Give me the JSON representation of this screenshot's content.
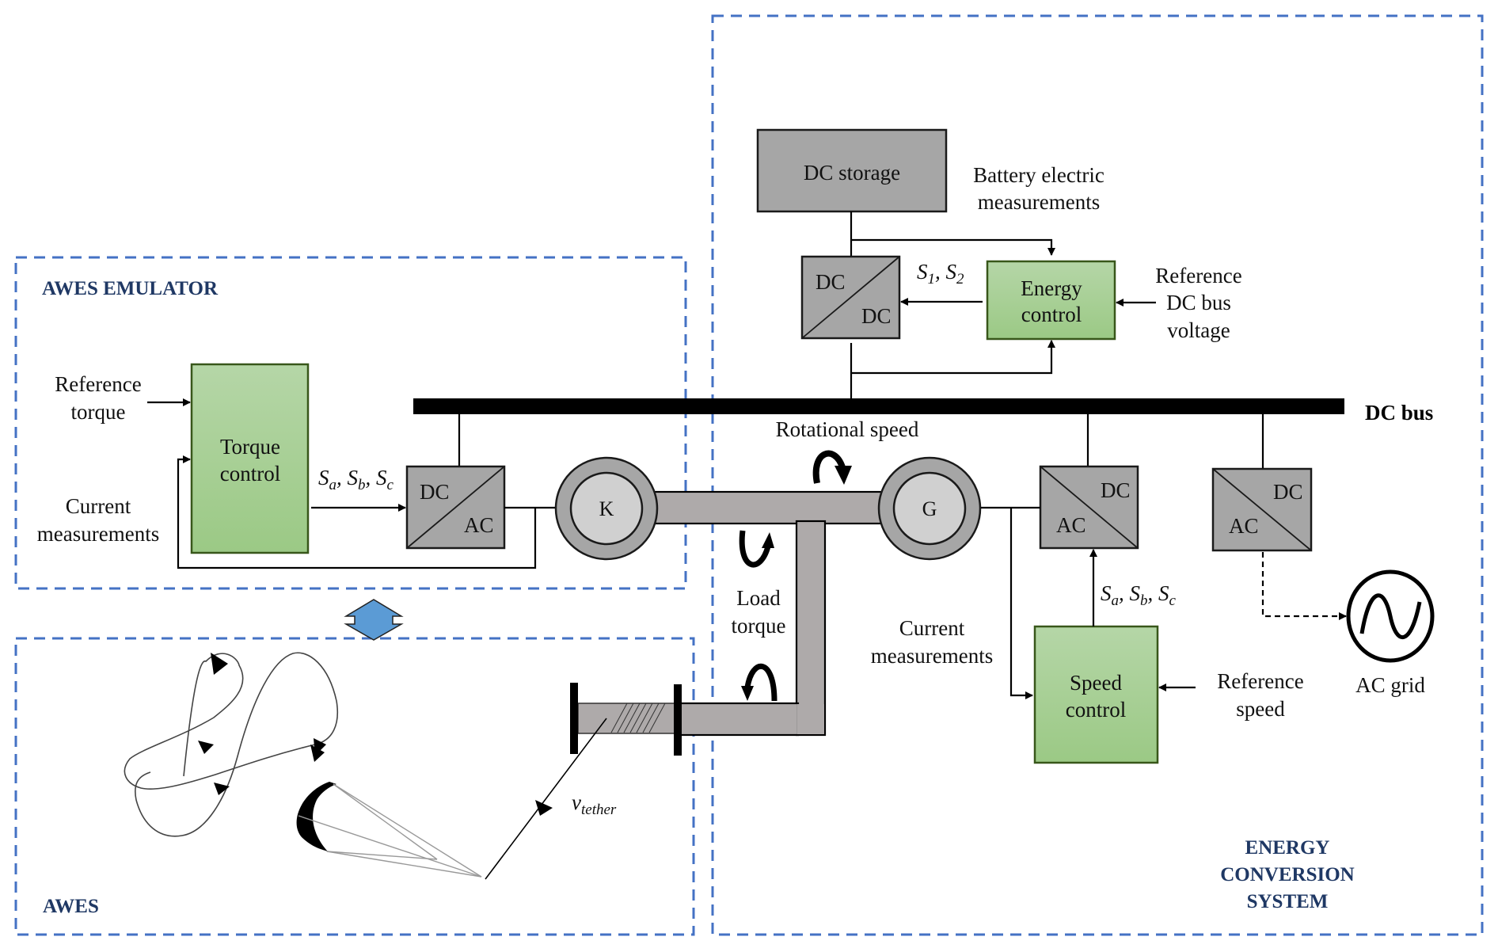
{
  "regions": {
    "emulator": "AWES EMULATOR",
    "awes": "AWES",
    "ecs": [
      "ENERGY",
      "CONVERSION",
      "SYSTEM"
    ]
  },
  "dc_bus": {
    "label": "DC bus"
  },
  "storage": {
    "box_label": "DC storage",
    "measurements": [
      "Battery electric",
      "measurements"
    ],
    "converter": {
      "top": "DC",
      "bottom": "DC"
    },
    "signals": {
      "base1": "S",
      "sub1": "1",
      "sep": ", ",
      "base2": "S",
      "sub2": "2"
    }
  },
  "energy_control": {
    "lines": [
      "Energy",
      "control"
    ],
    "reference": [
      "Reference",
      "DC bus",
      "voltage"
    ]
  },
  "torque_control": {
    "lines": [
      "Torque",
      "control"
    ],
    "reference": [
      "Reference",
      "torque"
    ],
    "current": [
      "Current",
      "measurements"
    ],
    "signals": {
      "base_a": "S",
      "sub_a": "a",
      "base_b": "S",
      "sub_b": "b",
      "base_c": "S",
      "sub_c": "c",
      "sep": ", "
    }
  },
  "emulator_converter": {
    "top": "DC",
    "bottom": "AC"
  },
  "machines": {
    "motor": "K",
    "generator": "G"
  },
  "mechanical": {
    "rotational_speed": "Rotational speed",
    "load_torque": [
      "Load",
      "torque"
    ]
  },
  "generator_converter": {
    "top": "DC",
    "bottom": "AC"
  },
  "grid_converter": {
    "top": "DC",
    "bottom": "AC"
  },
  "speed_control": {
    "lines": [
      "Speed",
      "control"
    ],
    "reference": [
      "Reference",
      "speed"
    ],
    "current": [
      "Current",
      "measurements"
    ],
    "signals": {
      "base_a": "S",
      "sub_a": "a",
      "base_b": "S",
      "sub_b": "b",
      "base_c": "S",
      "sub_c": "c",
      "sep": ", "
    }
  },
  "grid": {
    "label": "AC grid"
  },
  "tether": {
    "base": "v",
    "sub": "tether"
  },
  "colors": {
    "region_border": "#4472c4",
    "region_title": "#1f3864",
    "controller_fill_top": "#b5d6a7",
    "controller_fill_bottom": "#9bc985",
    "converter_fill": "#a6a6a6",
    "shaft_fill": "#aeaaaa",
    "link_arrow": "#5b9bd5"
  }
}
